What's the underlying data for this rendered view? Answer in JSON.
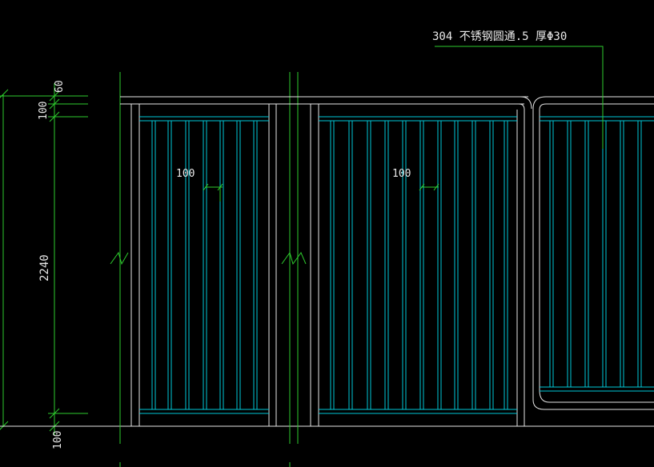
{
  "annotation": {
    "material_note": "304 不锈钢圆通.5 厚Φ30"
  },
  "dimensions": {
    "left_60": "60",
    "left_100_top": "100",
    "left_2240": "2240",
    "left_100_bottom": "100",
    "baluster_spacing_1": "100",
    "baluster_spacing_2": "100"
  },
  "colors": {
    "background": "#000000",
    "rail": "#00c8d8",
    "frame": "#e6e6e6",
    "dimension": "#2ecc2e",
    "text": "#e8e8e8"
  }
}
